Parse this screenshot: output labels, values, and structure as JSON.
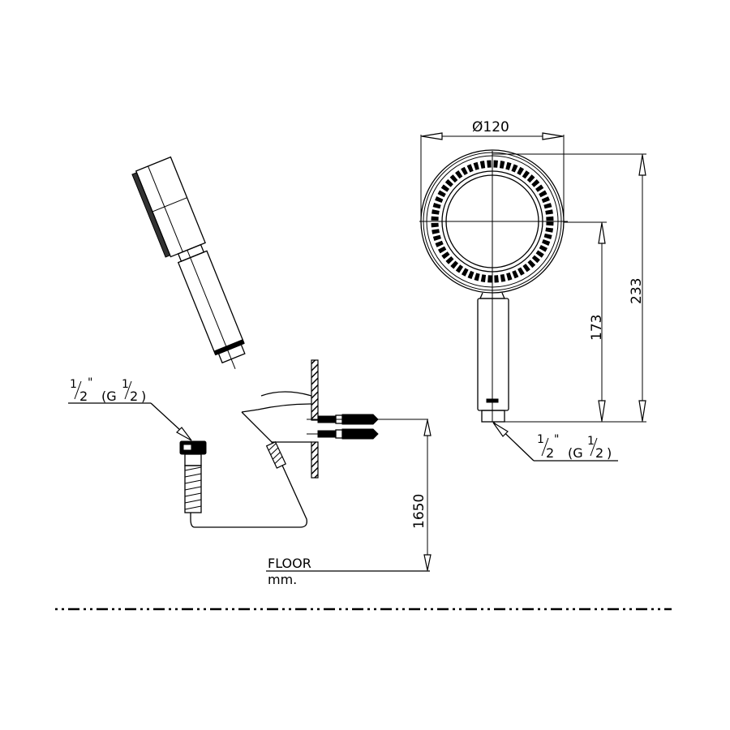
{
  "drawing": {
    "type": "technical-drawing",
    "subject": "hand shower with wall bracket and hose",
    "unit_label": "mm.",
    "floor_label": "FLOOR"
  },
  "front_view": {
    "diameter_label": "Ø120",
    "height_total_label": "233",
    "height_handle_label": "173",
    "connection": {
      "whole": "1",
      "den": "2",
      "inch_mark": "\"",
      "g_prefix": "(G",
      "g_whole": "1",
      "g_den": "2",
      "g_suffix": ")"
    }
  },
  "side_view": {
    "mount_height_label": "1650",
    "connection": {
      "whole": "1",
      "den": "2",
      "inch_mark": "\"",
      "g_prefix": "(G",
      "g_whole": "1",
      "g_den": "2",
      "g_suffix": ")"
    }
  },
  "divider": {
    "style": "dash-dot"
  },
  "colors": {
    "line": "#000000",
    "background": "#ffffff"
  }
}
